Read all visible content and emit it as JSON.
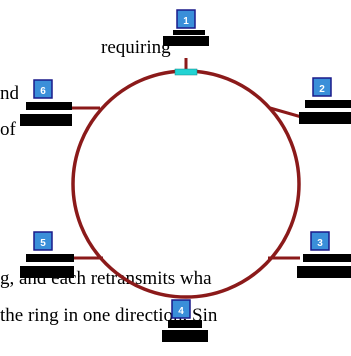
{
  "text_fragments": [
    "requiring",
    "nd",
    "of",
    "g,  and  each  retransmits  wha",
    "the ring in one direction. Sin"
  ],
  "nodes": [
    {
      "label": "1"
    },
    {
      "label": "2"
    },
    {
      "label": "3"
    },
    {
      "label": "4"
    },
    {
      "label": "5"
    },
    {
      "label": "6"
    }
  ],
  "colors": {
    "ring": "#8b1a1a",
    "token": "#22d3d3",
    "screen": "#3a8fd9",
    "screen_border": "#1a1a8a",
    "computer": "#000000"
  }
}
